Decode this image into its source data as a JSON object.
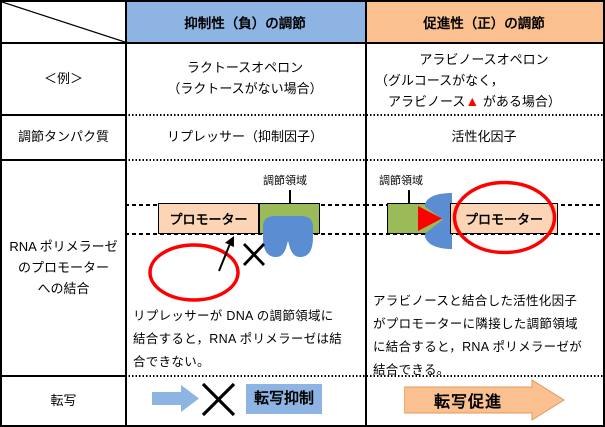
{
  "colors": {
    "header_blue": "#8DB4E2",
    "header_orange": "#FAC090",
    "promoter_fill": "#FBD5B5",
    "region_green": "#9BBB59",
    "protein_blue": "#5B8DD3",
    "arrow_blue": "#8DB4E2",
    "arrow_orange": "#FAC090",
    "arrow_orange_edge": "#E09A58",
    "red": "#FF0000",
    "black": "#000000"
  },
  "header": {
    "negative": "抑制性（負）の調節",
    "positive": "促進性（正）の調節"
  },
  "row_labels": {
    "example": "＜例＞",
    "protein": "調節タンパク質",
    "binding_line1": "RNA ポリメラーゼ",
    "binding_line2": "のプロモーター",
    "binding_line3": "への結合",
    "transcription": "転写"
  },
  "example": {
    "negative_line1": "ラクトースオペロン",
    "negative_line2": "（ラクトースがない場合）",
    "positive_line1": "アラビノースオペロン",
    "positive_line2": "（グルコースがなく，",
    "positive_line3_pre": "アラビノース",
    "positive_triangle": "▲",
    "positive_line3_post": " がある場合）"
  },
  "protein": {
    "negative": "リプレッサー（抑制因子）",
    "positive": "活性化因子"
  },
  "binding": {
    "negative": {
      "region_label": "調節領域",
      "promoter_label": "プロモーター",
      "caption_line1": "リプレッサーが DNA の調節領域に",
      "caption_line2": "結合すると，RNA ポリメラーゼは結",
      "caption_line3": "合できない。"
    },
    "positive": {
      "region_label": "調節領域",
      "promoter_label": "プロモーター",
      "caption_line1": "アラビノースと結合した活性化因子",
      "caption_line2": "がプロモーターに隣接した調節領域",
      "caption_line3": "に結合すると，RNA ポリメラーゼが",
      "caption_line4": "結合できる。"
    }
  },
  "transcription": {
    "negative": "転写抑制",
    "positive": "転写促進"
  }
}
